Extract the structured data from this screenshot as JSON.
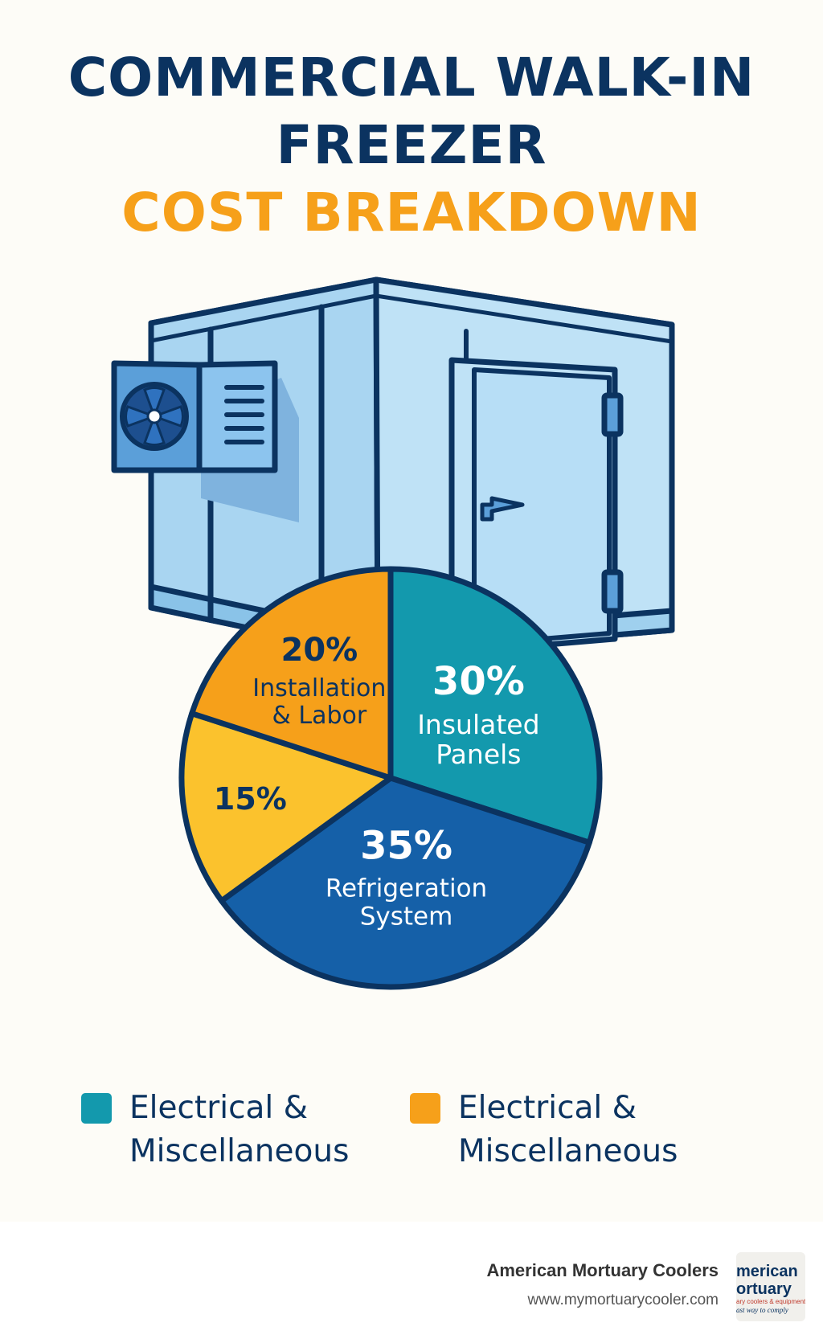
{
  "title": {
    "line1": "COMMERCIAL WALK-IN",
    "line2": "FREEZER",
    "line3": "COST BREAKDOWN"
  },
  "colors": {
    "title_dark": "#0b3360",
    "title_accent": "#f6a01a",
    "outline": "#0b3360",
    "teal": "#1399ad",
    "blue": "#1560a8",
    "yellow": "#fbc22d",
    "orange": "#f6a01a",
    "freezer_light": "#bfe2f6",
    "freezer_mid": "#a9d5f1",
    "background": "#fdfcf7"
  },
  "chart_data": {
    "type": "pie",
    "slices": [
      {
        "pct": 30,
        "value_label": "30%",
        "label": "Insulated Panels",
        "label_lines": [
          "Insulated",
          "Panels"
        ],
        "color": "#1399ad",
        "text_color": "#ffffff"
      },
      {
        "pct": 35,
        "value_label": "35%",
        "label": "Refrigeration System",
        "label_lines": [
          "Refrigeration",
          "System"
        ],
        "color": "#1560a8",
        "text_color": "#ffffff"
      },
      {
        "pct": 15,
        "value_label": "15%",
        "label": "",
        "label_lines": [],
        "color": "#fbc22d",
        "text_color": "#0b3360"
      },
      {
        "pct": 20,
        "value_label": "20%",
        "label": "Installation & Labor",
        "label_lines": [
          "Installation",
          "& Labor"
        ],
        "color": "#f6a01a",
        "text_color": "#0b3360"
      }
    ],
    "legend": [
      {
        "label": "Electrical & Miscellaneous",
        "color": "#1399ad"
      },
      {
        "label": "Electrical & Miscellaneous",
        "color": "#f6a01a"
      }
    ],
    "legend_placement": "bottom"
  },
  "icons": {
    "freezer": "walk-in-freezer-icon",
    "fan": "condenser-fan-icon",
    "logo": "company-logo"
  },
  "footer": {
    "company": "American Mortuary Coolers",
    "url": "www.mymortuarycooler.com",
    "logo_lines": [
      "merican",
      "ortuary",
      "ary coolers & equipment",
      "ast way to comply"
    ]
  }
}
